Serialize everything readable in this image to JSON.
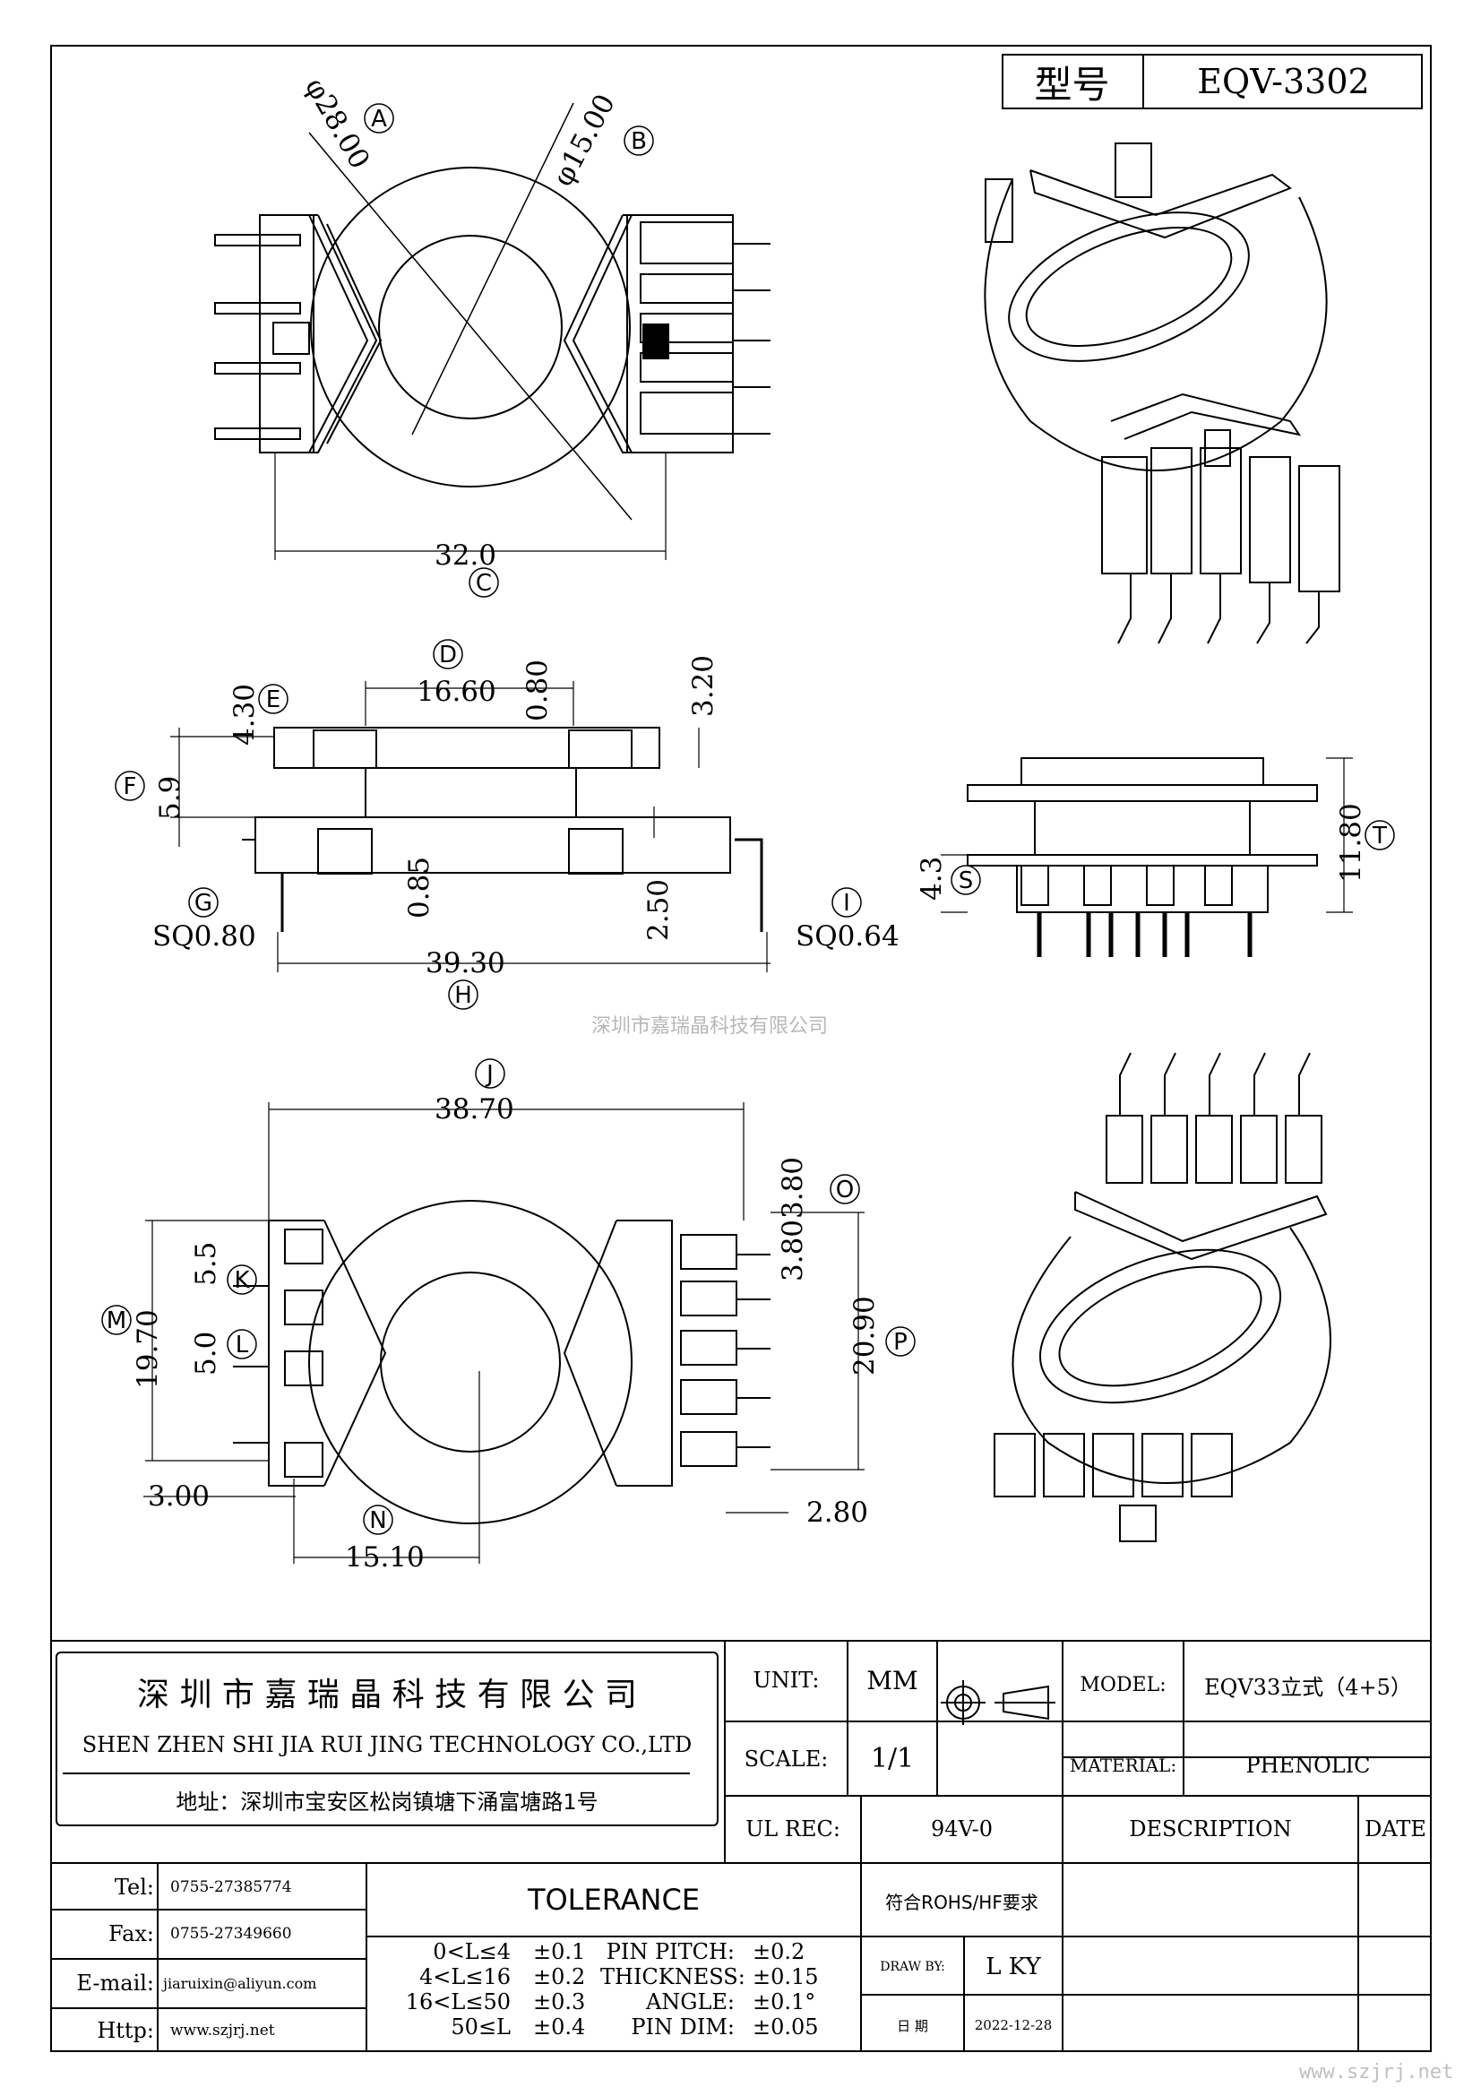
{
  "header": {
    "model_label": "型号",
    "model_value": "EQV-3302"
  },
  "dimensions": {
    "a": "φ28.00",
    "b": "φ15.00",
    "c": "32.0",
    "d": "16.60",
    "d2": "0.80",
    "d3": "3.20",
    "e": "4.30",
    "f": "5.9",
    "g": "SQ0.80",
    "i_sq": "SQ0.64",
    "v085": "0.85",
    "v250": "2.50",
    "h": "39.30",
    "t": "11.80",
    "s": "4.3",
    "j": "38.70",
    "o": "3.80",
    "o2": "3.80",
    "k": "5.5",
    "l": "5.0",
    "m": "19.70",
    "p": "20.90",
    "n3": "3.00",
    "r": "2.80",
    "n": "15.10"
  },
  "callouts": [
    "A",
    "B",
    "C",
    "D",
    "E",
    "F",
    "G",
    "H",
    "I",
    "J",
    "K",
    "L",
    "M",
    "N",
    "O",
    "P",
    "S",
    "T"
  ],
  "watermark": "深圳市嘉瑞晶科技有限公司",
  "footer_url": "www.szjrj.net",
  "title_block": {
    "company_cn": "深 圳 市 嘉 瑞 晶 科 技 有 限 公 司",
    "company_en": "SHEN ZHEN SHI  JIA RUI JING  TECHNOLOGY CO.,LTD",
    "address": "地址：深圳市宝安区松岗镇塘下涌富塘路1号",
    "unit_label": "UNIT:",
    "unit_value": "MM",
    "scale_label": "SCALE:",
    "scale_value": "1/1",
    "model_label": "MODEL:",
    "model_value": "EQV33立式（4+5）",
    "material_label": "MATERIAL:",
    "material_value": "PHENOLIC",
    "ul_label": "UL REC:",
    "ul_value": "94V-0",
    "description_label": "DESCRIPTION",
    "date_label": "DATE",
    "rohs": "符合ROHS/HF要求",
    "draw_by_label": "DRAW BY:",
    "draw_by_value": "L KY",
    "date_cn_label": "日 期",
    "date_value": "2022-12-28"
  },
  "contacts": [
    {
      "label": "Tel:",
      "value": "0755-27385774"
    },
    {
      "label": "Fax:",
      "value": "0755-27349660"
    },
    {
      "label": "E-mail:",
      "value": "jiaruixin@aliyun.com"
    },
    {
      "label": "Http:",
      "value": "www.szjrj.net"
    }
  ],
  "tolerance": {
    "title": "TOLERANCE",
    "ranges": [
      {
        "range": "0<L≤4",
        "value": "±0.1"
      },
      {
        "range": "4<L≤16",
        "value": "±0.2"
      },
      {
        "range": "16<L≤50",
        "value": "±0.3"
      },
      {
        "range": "50≤L",
        "value": "±0.4"
      }
    ],
    "specs": [
      {
        "name": "PIN PITCH:",
        "value": "±0.2"
      },
      {
        "name": "THICKNESS:",
        "value": "±0.15"
      },
      {
        "name": "ANGLE:",
        "value": "±0.1°"
      },
      {
        "name": "PIN DIM:",
        "value": "±0.05"
      }
    ]
  }
}
